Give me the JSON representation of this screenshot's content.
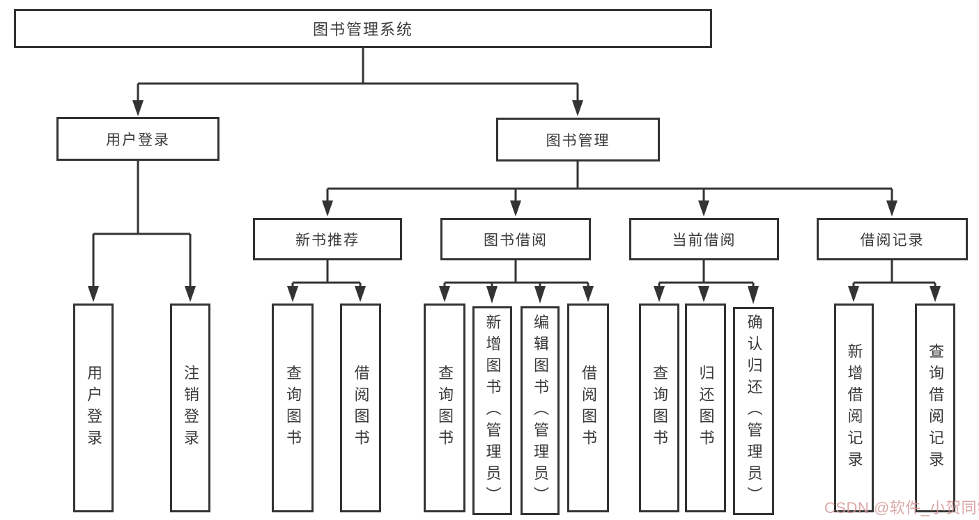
{
  "diagram": {
    "type": "hierarchy",
    "root": "图书管理系统",
    "tree": {
      "图书管理系统": {
        "用户登录": [
          "用户登录",
          "注销登录"
        ],
        "图书管理": {
          "新书推荐": [
            "查询图书",
            "借阅图书"
          ],
          "图书借阅": [
            "查询图书",
            "新增图书（管理员）",
            "编辑图书（管理员）",
            "借阅图书"
          ],
          "当前借阅": [
            "查询图书",
            "归还图书",
            "确认归还（管理员）"
          ],
          "借阅记录": [
            "新增借阅记录",
            "查询借阅记录"
          ]
        }
      }
    }
  },
  "nodes": {
    "root": {
      "label": "图书管理系统"
    },
    "user_login": {
      "label": "用户登录"
    },
    "book_mgmt": {
      "label": "图书管理"
    },
    "new_book_rec": {
      "label": "新书推荐"
    },
    "book_borrow": {
      "label": "图书借阅"
    },
    "current_borrow": {
      "label": "当前借阅"
    },
    "borrow_record": {
      "label": "借阅记录"
    },
    "leaf_user_login": {
      "label": "用户登录"
    },
    "leaf_logout": {
      "label": "注销登录"
    },
    "leaf_nb_query": {
      "label": "查询图书"
    },
    "leaf_nb_borrow": {
      "label": "借阅图书"
    },
    "leaf_bb_query": {
      "label": "查询图书"
    },
    "leaf_bb_add": {
      "label": "新增图书（管理员）"
    },
    "leaf_bb_edit": {
      "label": "编辑图书（管理员）"
    },
    "leaf_bb_borrow": {
      "label": "借阅图书"
    },
    "leaf_cb_query": {
      "label": "查询图书"
    },
    "leaf_cb_return": {
      "label": "归还图书"
    },
    "leaf_cb_confirm": {
      "label": "确认归还（管理员）"
    },
    "leaf_br_add": {
      "label": "新增借阅记录"
    },
    "leaf_br_query": {
      "label": "查询借阅记录"
    }
  },
  "watermark": {
    "text": "CSDN @软件_小贺同学"
  },
  "colors": {
    "line": "#333333",
    "text": "#3a3a3a",
    "background": "#ffffff",
    "watermark": "#d69898"
  }
}
